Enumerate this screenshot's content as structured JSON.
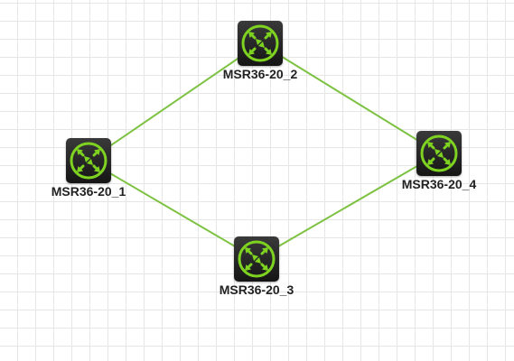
{
  "diagram": {
    "link_color": "#7dc242",
    "icon_color": "#7ed321",
    "nodes": [
      {
        "id": "n1",
        "label": "MSR36-20_1",
        "icon": "router-icon"
      },
      {
        "id": "n2",
        "label": "MSR36-20_2",
        "icon": "router-icon"
      },
      {
        "id": "n3",
        "label": "MSR36-20_3",
        "icon": "router-icon"
      },
      {
        "id": "n4",
        "label": "MSR36-20_4",
        "icon": "router-icon"
      }
    ],
    "links": [
      {
        "from": "n1",
        "to": "n2"
      },
      {
        "from": "n2",
        "to": "n4"
      },
      {
        "from": "n1",
        "to": "n3"
      },
      {
        "from": "n3",
        "to": "n4"
      }
    ]
  }
}
